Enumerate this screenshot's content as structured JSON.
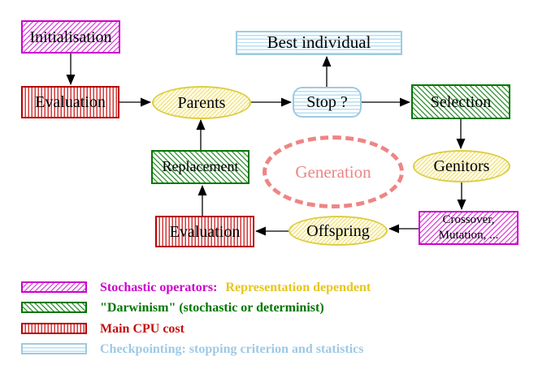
{
  "nodes": {
    "initialisation": "Initialisation",
    "evaluation_top": "Evaluation",
    "parents": "Parents",
    "stop": "Stop ?",
    "best_individual": "Best individual",
    "selection": "Selection",
    "genitors": "Genitors",
    "crossover_line1": "Crossover,",
    "crossover_line2": "Mutation, ...",
    "offspring": "Offspring",
    "evaluation_bottom": "Evaluation",
    "replacement": "Replacement",
    "generation": "Generation"
  },
  "edges": [
    {
      "from": "Initialisation",
      "to": "Evaluation"
    },
    {
      "from": "Evaluation",
      "to": "Parents"
    },
    {
      "from": "Parents",
      "to": "Stop ?"
    },
    {
      "from": "Stop ?",
      "to": "Best individual"
    },
    {
      "from": "Stop ?",
      "to": "Selection"
    },
    {
      "from": "Selection",
      "to": "Genitors"
    },
    {
      "from": "Genitors",
      "to": "Crossover, Mutation, ..."
    },
    {
      "from": "Crossover, Mutation, ...",
      "to": "Offspring"
    },
    {
      "from": "Offspring",
      "to": "Evaluation"
    },
    {
      "from": "Evaluation",
      "to": "Replacement"
    },
    {
      "from": "Replacement",
      "to": "Parents"
    }
  ],
  "legend": {
    "stochastic_label": "Stochastic operators:",
    "stochastic_extra": "Representation dependent",
    "darwinism_label": "\"Darwinism\" (stochastic or determinist)",
    "cpu_label": "Main CPU cost",
    "checkpoint_label": "Checkpointing: stopping criterion and statistics"
  },
  "colors": {
    "magenta": "#cc00cc",
    "green": "#007700",
    "red": "#c50f0f",
    "cyan": "#9ccbe0",
    "yellow": "#ddce44",
    "gold_text": "#e8c619",
    "salmon": "#ee8585",
    "arrow": "#000000"
  }
}
